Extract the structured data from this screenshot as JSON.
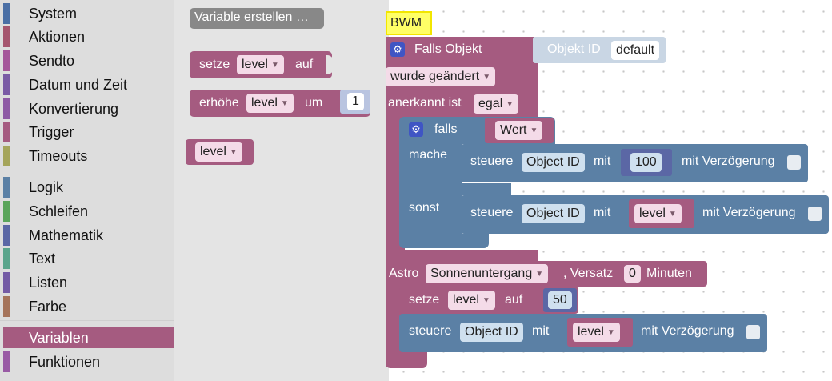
{
  "toolbox": {
    "categories": [
      {
        "label": "System",
        "color": "#4a6fa5"
      },
      {
        "label": "Aktionen",
        "color": "#a5556e"
      },
      {
        "label": "Sendto",
        "color": "#a5569a"
      },
      {
        "label": "Datum und Zeit",
        "color": "#7a5aa5"
      },
      {
        "label": "Konvertierung",
        "color": "#8e5aa5"
      },
      {
        "label": "Trigger",
        "color": "#a55b80"
      },
      {
        "label": "Timeouts",
        "color": "#a5a55b"
      },
      {
        "label": "Logik",
        "color": "#5b80a5"
      },
      {
        "label": "Schleifen",
        "color": "#5ba55b"
      },
      {
        "label": "Mathematik",
        "color": "#5b67a5"
      },
      {
        "label": "Text",
        "color": "#5ba58c"
      },
      {
        "label": "Listen",
        "color": "#745ba5"
      },
      {
        "label": "Farbe",
        "color": "#a5745b"
      },
      {
        "label": "Variablen",
        "color": "#a55b80"
      },
      {
        "label": "Funktionen",
        "color": "#995ba5"
      }
    ],
    "selected": "Variablen"
  },
  "flyout": {
    "create_variable": "Variable erstellen …",
    "set_block": {
      "prefix": "setze",
      "var": "level",
      "suffix": "auf"
    },
    "change_block": {
      "prefix": "erhöhe",
      "var": "level",
      "mid": "um",
      "value": "1"
    },
    "get_block": {
      "var": "level"
    }
  },
  "workspace": {
    "comment": "BWM",
    "trigger": {
      "title": "Falls Objekt",
      "object_label": "Objekt ID",
      "object_value": "default",
      "changed_label": "wurde geändert",
      "ack_label": "anerkannt ist",
      "ack_value": "egal"
    },
    "if_block": {
      "if_label": "falls",
      "condition": "Wert",
      "then_label": "mache",
      "else_label": "sonst"
    },
    "control_then": {
      "prefix": "steuere",
      "object": "Object ID",
      "mid": "mit",
      "value": "100",
      "delay_label": "mit Verzögerung"
    },
    "control_else": {
      "prefix": "steuere",
      "object": "Object ID",
      "mid": "mit",
      "value": "level",
      "delay_label": "mit Verzögerung"
    },
    "astro": {
      "prefix": "Astro",
      "event": "Sonnenuntergang",
      "offset_label": ", Versatz",
      "offset_value": "0",
      "unit": "Minuten"
    },
    "set_block": {
      "prefix": "setze",
      "var": "level",
      "mid": "auf",
      "value": "50"
    },
    "control_astro": {
      "prefix": "steuere",
      "object": "Object ID",
      "mid": "mit",
      "value": "level",
      "delay_label": "mit Verzögerung"
    }
  }
}
